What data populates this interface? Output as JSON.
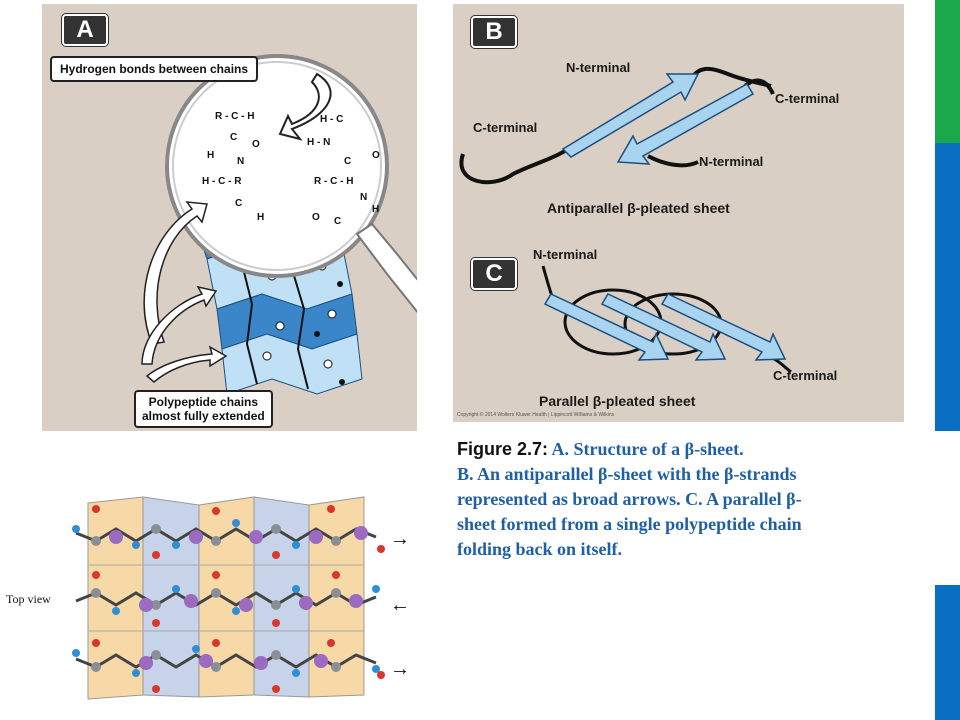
{
  "panel_a": {
    "badge": "A",
    "callout_top": "Hydrogen bonds between chains",
    "callout_bottom_line1": "Polypeptide chains",
    "callout_bottom_line2": "almost fully extended",
    "chem": {
      "l1": "R - C - H",
      "l2": "C",
      "l3": "O",
      "l4": "H",
      "l5": "N",
      "l6": "H - C - R",
      "l7": "C",
      "l8": "H",
      "r1": "H - C",
      "r2": "H - N",
      "r3": "C",
      "r4": "O",
      "r5": "R - C - H",
      "r6": "N",
      "r7": "H",
      "r8": "O",
      "r9": "C"
    }
  },
  "panel_b": {
    "badge": "B",
    "n_terminal_top": "N-terminal",
    "c_terminal_right": "C-terminal",
    "c_terminal_left": "C-terminal",
    "n_terminal_bottom": "N-terminal",
    "title": "Antiparallel β-pleated sheet"
  },
  "panel_c": {
    "badge": "C",
    "n_terminal": "N-terminal",
    "c_terminal": "C-terminal",
    "title": "Parallel β-pleated sheet"
  },
  "copyright": "Copyright © 2014 Wolters Kluwer Health | Lippincott Williams & Wilkins",
  "top_view": {
    "label": "Top view",
    "arrows": [
      "→",
      "←",
      "→"
    ]
  },
  "caption": {
    "fig": "Figure 2.7:",
    "line1": " A. Structure of a β-sheet.",
    "line2": "B. An antiparallel β-sheet with the β-strands",
    "line3": "represented as broad arrows. C. A parallel β-",
    "line4": "sheet formed from a single polypeptide chain",
    "line5": "folding back on itself."
  },
  "colors": {
    "panel_bg": "#d9cfc4",
    "arrow_blue": "#a9d4f0",
    "sheet_blue": "#3a86c9",
    "caption_blue": "#1f5fa6",
    "accent_green": "#1aa84a",
    "accent_blue": "#0a6fc2"
  }
}
